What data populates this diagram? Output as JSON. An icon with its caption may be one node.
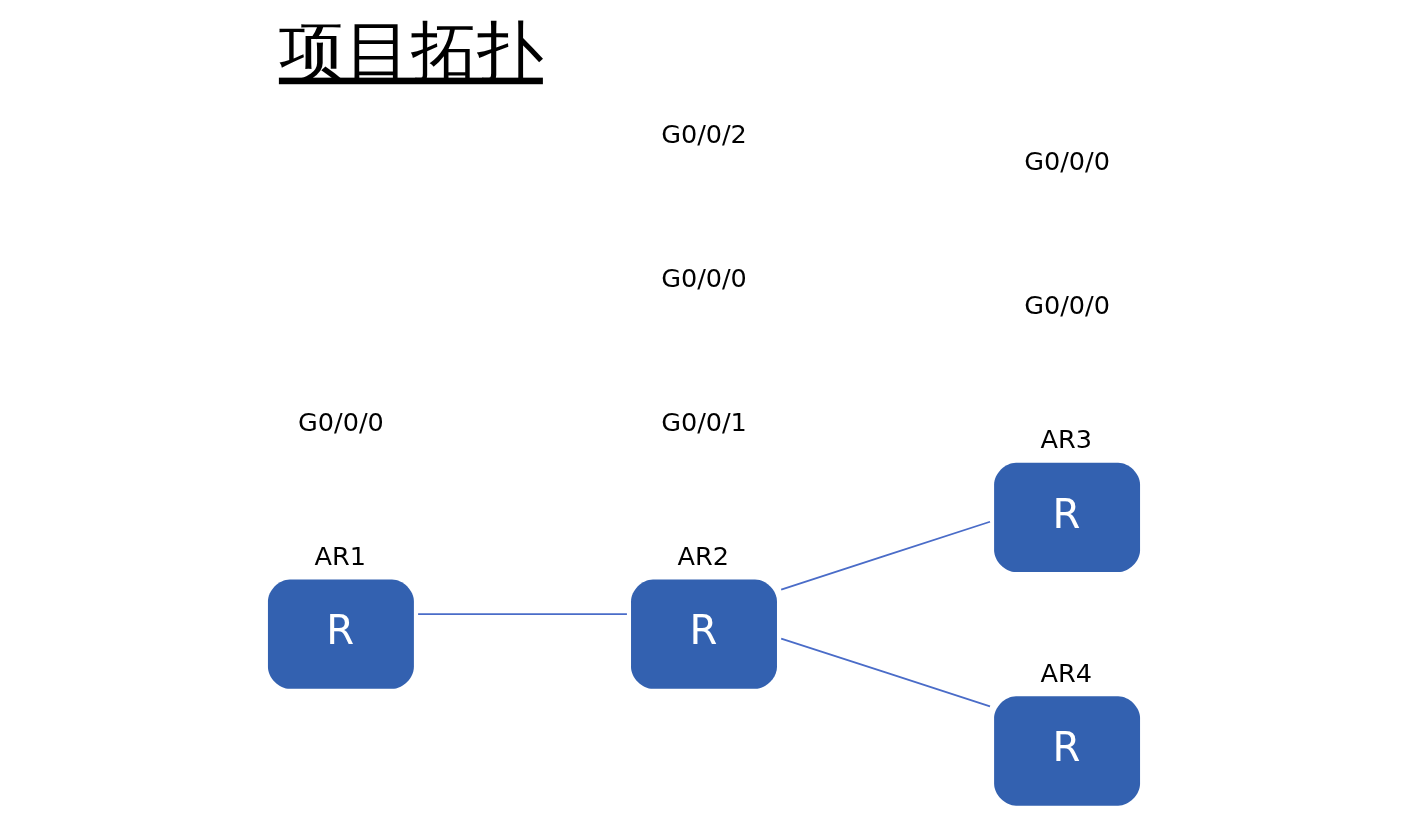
{
  "diagram": {
    "title": "项目拓扑",
    "nodes": [
      {
        "text": [
          "AR1",
          "R"
        ]
      },
      {
        "text": [
          "AR2",
          "R"
        ]
      },
      {
        "text": [
          "AR3",
          "R"
        ]
      },
      {
        "text": [
          "AR4",
          "R"
        ]
      }
    ],
    "edges": [
      {
        "from": 0,
        "to": 1,
        "arrow": "none"
      },
      {
        "from": 1,
        "to": 2,
        "arrow": "none"
      },
      {
        "from": 1,
        "to": 3,
        "arrow": "none"
      }
    ],
    "labels": [
      "G0/0/0",
      "G0/0/1",
      "G0/0/0",
      "G0/0/0",
      "G0/0/2",
      "G0/0/0"
    ]
  }
}
